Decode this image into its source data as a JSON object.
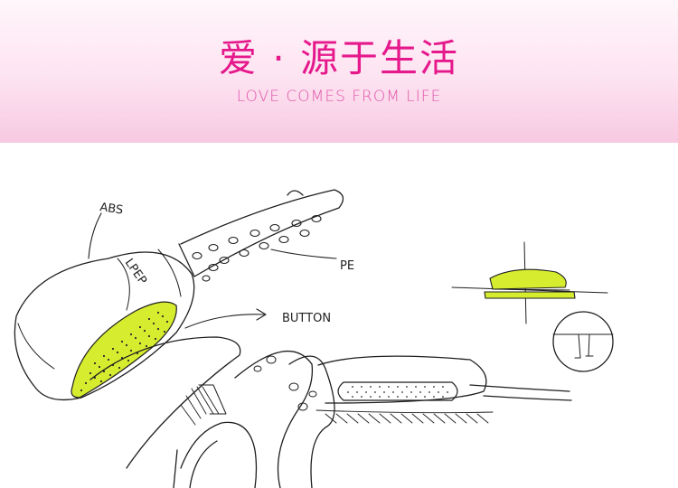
{
  "banner": {
    "title_cn": "爱 · 源于生活",
    "title_en": "LOVE COMES FROM LIFE"
  },
  "sketch": {
    "labels": {
      "abs": "ABS",
      "pe": "PE",
      "button": "BUTTON",
      "brand": "LPEP"
    },
    "colors": {
      "accent": "#d6ec2f",
      "brand_pink": "#e6198c",
      "ink": "#1f1f1f"
    }
  }
}
